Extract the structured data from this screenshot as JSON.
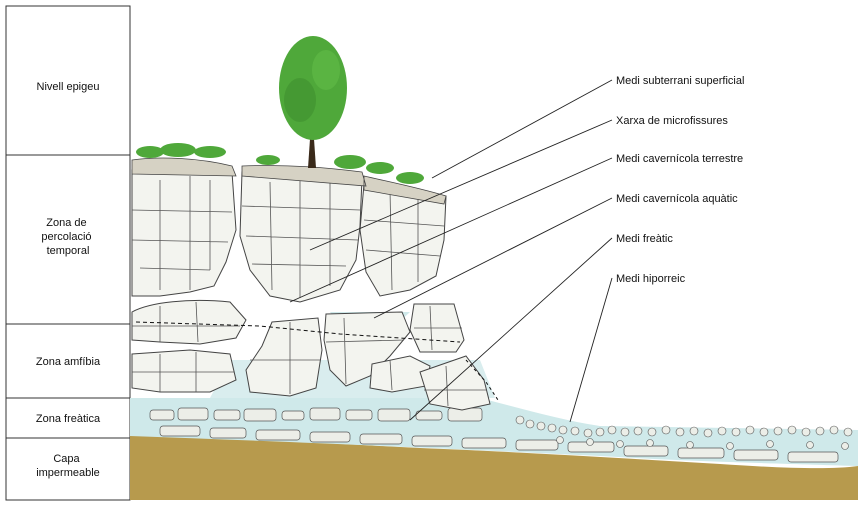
{
  "zones": [
    {
      "id": "epigeu",
      "lines": [
        "Nivell epigeu"
      ]
    },
    {
      "id": "percolacio",
      "lines": [
        "Zona de",
        "percolació",
        "temporal"
      ]
    },
    {
      "id": "amfibia",
      "lines": [
        "Zona amfíbia"
      ]
    },
    {
      "id": "freatica",
      "lines": [
        "Zona freàtica"
      ]
    },
    {
      "id": "impermeable",
      "lines": [
        "Capa",
        "impermeable"
      ]
    }
  ],
  "callouts": [
    {
      "id": "superficial",
      "label": "Medi subterrani superficial"
    },
    {
      "id": "microfissures",
      "label": "Xarxa de microfissures"
    },
    {
      "id": "cavernicola-terrestre",
      "label": "Medi cavernícola terrestre"
    },
    {
      "id": "cavernicola-aquatic",
      "label": "Medi cavernícola aquàtic"
    },
    {
      "id": "freatic",
      "label": "Medi freàtic"
    },
    {
      "id": "hiporreic",
      "label": "Medi hiporreic"
    }
  ],
  "colors": {
    "water": "#cfe9ea",
    "ground": "#b79a4d",
    "rock": "#f3f4ef",
    "foliage": "#4fa83a",
    "trunk": "#3a2a1a"
  }
}
